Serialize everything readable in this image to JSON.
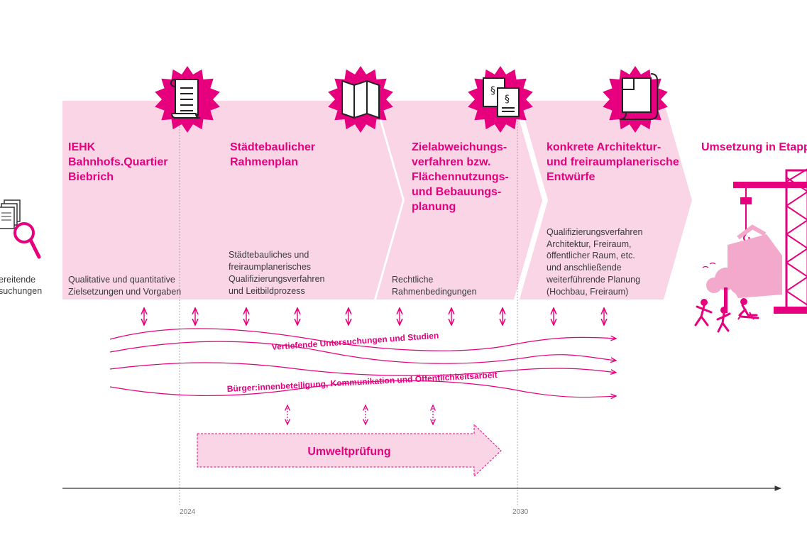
{
  "colors": {
    "magenta": "#e6007e",
    "pink_light": "#f9d5e5",
    "pink_mid": "#f3a9cb",
    "text": "#3a3a3a",
    "axis": "#333333"
  },
  "start": {
    "label_lines": [
      "ereitende",
      "suchungen"
    ],
    "icon": "documents-magnifier-icon"
  },
  "stages": [
    {
      "title_lines": [
        "IEHK",
        "Bahnhofs.Quartier",
        "Biebrich"
      ],
      "body_lines": [
        "Qualitative und quantitative",
        "Zielsetzungen und Vorgaben"
      ],
      "icon": "document-scroll-icon"
    },
    {
      "title_lines": [
        "Städtebaulicher",
        "Rahmenplan"
      ],
      "body_lines": [
        "Städtebauliches und",
        "freiraumplanerisches",
        "Qualifizierungsverfahren",
        "und Leitbildprozess"
      ],
      "icon": "map-icon"
    },
    {
      "title_lines": [
        "Zielabweichungs-",
        "verfahren bzw.",
        "Flächennutzungs-",
        "und Bebauungs-",
        "planung"
      ],
      "body_lines": [
        "Rechtliche",
        "Rahmenbedingungen"
      ],
      "icon": "legal-documents-icon"
    },
    {
      "title_lines": [
        "konkrete Architektur-",
        "und freiraumplanerische",
        "Entwürfe"
      ],
      "body_lines": [
        "Qualifizierungsverfahren",
        "Architektur, Freiraum,",
        "öffentlicher Raum, etc.",
        "und anschließende",
        "weiterführende Planung",
        "(Hochbau, Freiraum)"
      ],
      "icon": "blueprint-roll-icon"
    },
    {
      "title_lines": [
        "Umsetzung in Etapp"
      ],
      "body_lines": [],
      "icon": "construction-crane-icon"
    }
  ],
  "waves": [
    {
      "label": "Vertiefende Untersuchungen und Studien"
    },
    {
      "label": "Bürger:innenbeteiligung, Kommunikation und Öffentlichkeitsarbeit"
    }
  ],
  "umwelt": {
    "label": "Umweltprüfung"
  },
  "timeline": {
    "years": [
      "2024",
      "2030"
    ]
  }
}
